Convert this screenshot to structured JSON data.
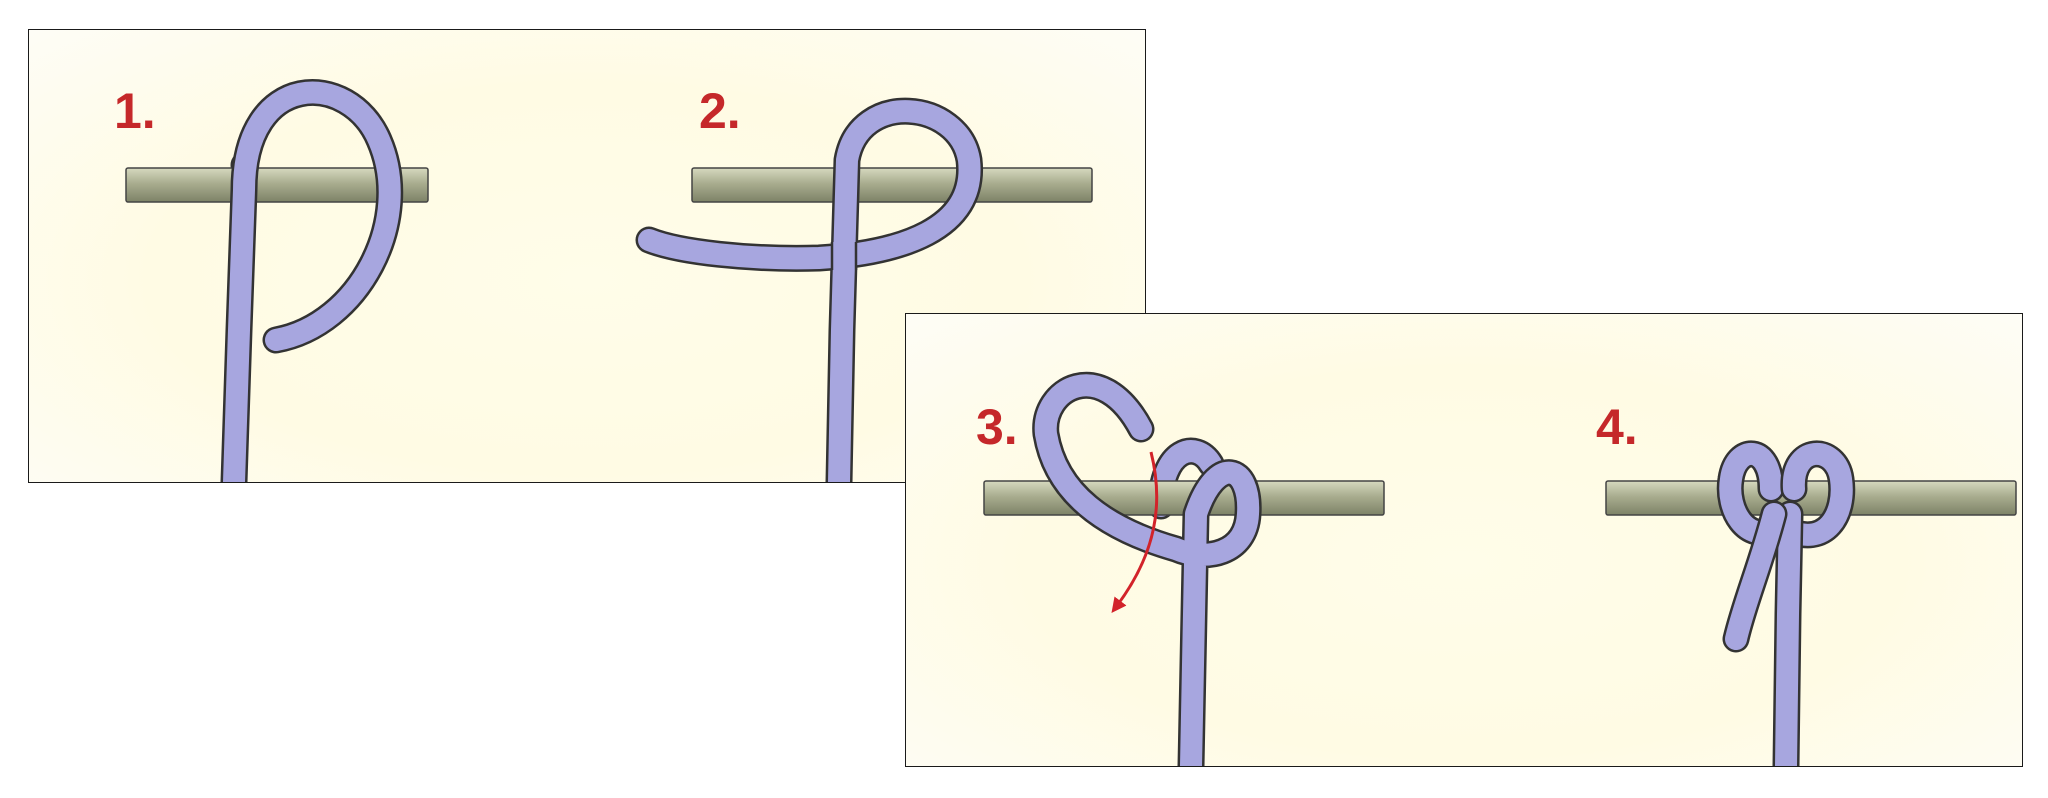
{
  "steps": [
    {
      "label": "1."
    },
    {
      "label": "2."
    },
    {
      "label": "3."
    },
    {
      "label": "4."
    }
  ],
  "colors": {
    "rope": "#a7a6df",
    "rope_outline": "#333333",
    "rod": "#a9ad8f",
    "step_label": "#c5282a",
    "arrow": "#d2232a",
    "panel_background": "#fffbe4"
  }
}
